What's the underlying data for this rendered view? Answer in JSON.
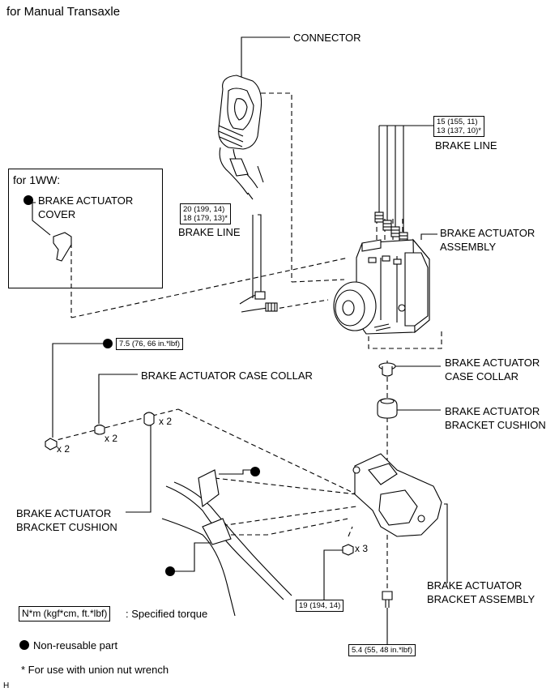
{
  "title": "for Manual Transaxle",
  "inset": {
    "title": "for 1WW:",
    "part_line1": "BRAKE ACTUATOR",
    "part_line2": "COVER"
  },
  "labels": {
    "connector": "CONNECTOR",
    "brake_line_right": "BRAKE LINE",
    "brake_line_left": "BRAKE LINE",
    "actuator_assembly_1": "BRAKE ACTUATOR",
    "actuator_assembly_2": "ASSEMBLY",
    "case_collar_top": "BRAKE ACTUATOR CASE COLLAR",
    "case_collar_right_1": "BRAKE ACTUATOR",
    "case_collar_right_2": "CASE COLLAR",
    "cushion_right_1": "BRAKE ACTUATOR",
    "cushion_right_2": "BRACKET CUSHION",
    "cushion_left_1": "BRAKE ACTUATOR",
    "cushion_left_2": "BRACKET CUSHION",
    "bracket_assembly_1": "BRAKE ACTUATOR",
    "bracket_assembly_2": "BRACKET ASSEMBLY"
  },
  "torques": {
    "brake_line_right_1": "15 (155, 11)",
    "brake_line_right_2": "13 (137, 10)*",
    "brake_line_left_1": "20 (199, 14)",
    "brake_line_left_2": "18 (179, 13)*",
    "bolt_left": "7.5 (76, 66 in.*lbf)",
    "nut_bracket": "19 (194, 14)",
    "bolt_bottom": "5.4 (55, 48 in.*lbf)"
  },
  "quantities": {
    "bolt_left": "x 2",
    "collar_left": "x 2",
    "cushion_left": "x 2",
    "nut_bracket": "x 3"
  },
  "legend": {
    "torque_box": "N*m (kgf*cm, ft.*lbf)",
    "torque_text": ": Specified torque",
    "nonreusable": "Non-reusable part",
    "union_nut": "* For use with union nut wrench"
  },
  "corner_mark": "H",
  "colors": {
    "line": "#000000",
    "part_fill": "#ffffff",
    "dot": "#000000"
  }
}
